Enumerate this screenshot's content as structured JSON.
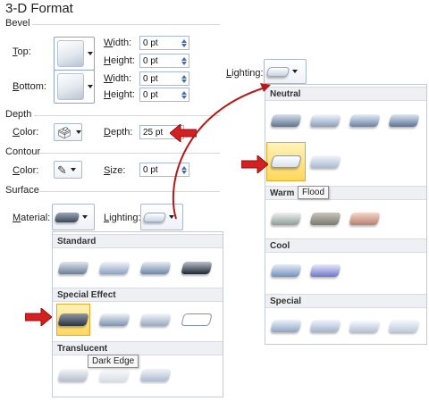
{
  "panel": {
    "title": "3-D Format",
    "bevel": {
      "heading": "Bevel",
      "top_label_u": "T",
      "top_label_rest": "op:",
      "bottom_label_u": "B",
      "bottom_label_rest": "ottom:",
      "width_label_u": "W",
      "width_label_rest": "idth:",
      "height_label_u": "H",
      "height_label_rest": "eight:",
      "top_width": "0 pt",
      "top_height": "0 pt",
      "bottom_width": "0 pt",
      "bottom_height": "0 pt"
    },
    "depth": {
      "heading": "Depth",
      "color_label_u": "C",
      "color_label_rest": "olor:",
      "depth_label_u": "D",
      "depth_label_rest": "epth:",
      "depth_value": "25 pt"
    },
    "contour": {
      "heading": "Contour",
      "color_label_u": "C",
      "color_label_rest": "olor:",
      "size_label_u": "S",
      "size_label_rest": "ize:",
      "size_value": "0 pt"
    },
    "surface": {
      "heading": "Surface",
      "material_label_u": "M",
      "material_label_rest": "aterial:",
      "lighting_label_u": "L",
      "lighting_label_rest": "ighting:"
    }
  },
  "material_gallery": {
    "sections": [
      "Standard",
      "Special Effect",
      "Translucent"
    ],
    "tooltip": "Dark Edge"
  },
  "lighting_gallery": {
    "label_u": "L",
    "label_rest": "ighting:",
    "sections": [
      "Neutral",
      "Warm",
      "Cool",
      "Special"
    ],
    "tooltip": "Flood"
  },
  "icons": {
    "paint_bucket": "paint-bucket-icon",
    "pen": "pen-icon",
    "red_arrow": "red-arrow-icon"
  },
  "colors": {
    "selected_fill": "#ffd75a",
    "selected_border": "#e4a82a",
    "arrow_red": "#d42020",
    "spin_arrow_blue": "#3a6fc4"
  }
}
